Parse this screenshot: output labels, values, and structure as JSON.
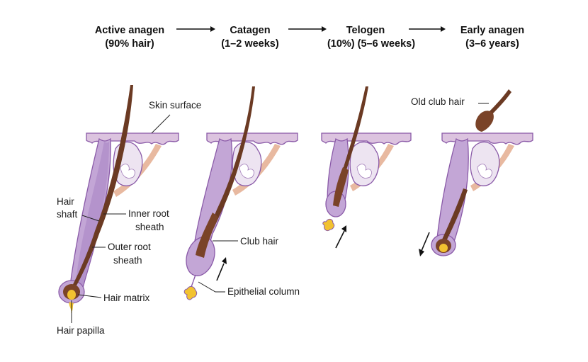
{
  "stages": [
    {
      "name": "Active anagen",
      "detail": "(90% hair)"
    },
    {
      "name": "Catagen",
      "detail": "(1–2 weeks)"
    },
    {
      "name": "Telogen",
      "detail": "(10%) (5–6 weeks)"
    },
    {
      "name": "Early anagen",
      "detail": "(3–6 years)"
    }
  ],
  "labels": {
    "skin_surface": "Skin surface",
    "hair": "Hair",
    "shaft": "shaft",
    "inner_root": "Inner root",
    "inner_root_sheath": "sheath",
    "outer_root": "Outer root",
    "outer_root_sheath": "sheath",
    "hair_matrix": "Hair matrix",
    "hair_papilla": "Hair papilla",
    "club_hair": "Club hair",
    "epithelial_column": "Epithelial column",
    "old_club_hair": "Old club hair"
  },
  "colors": {
    "skin": "#dcc3df",
    "sheath": "#c3a6d6",
    "outline": "#8a5aa8",
    "hair": "#6b3a23",
    "gland": "#ede4f1",
    "muscle": "#e8b9a0",
    "papilla": "#f2c230",
    "arrow": "#111111"
  }
}
